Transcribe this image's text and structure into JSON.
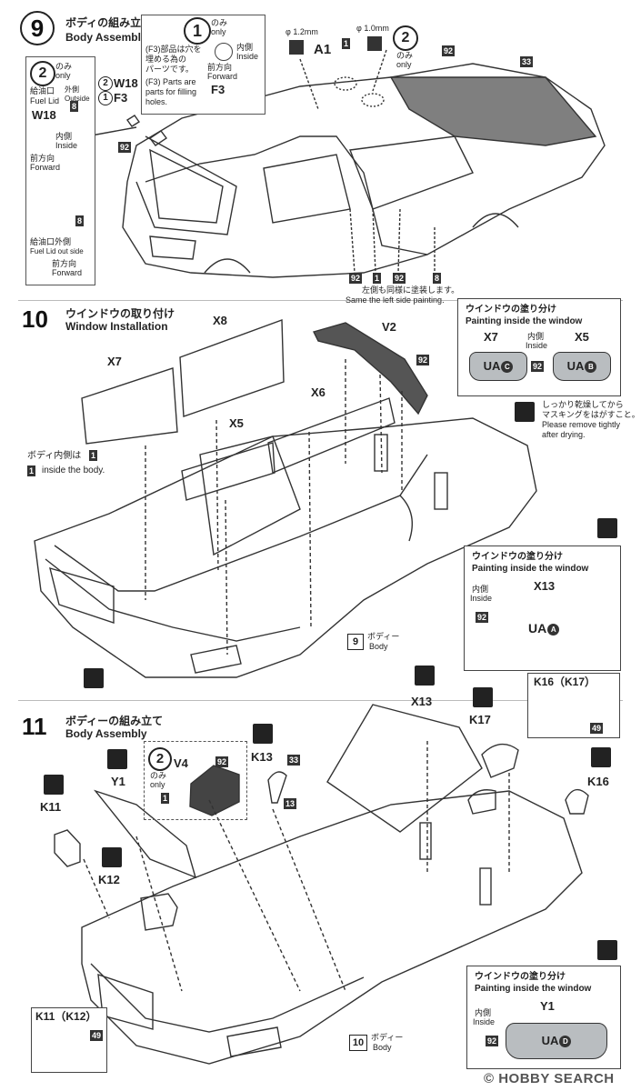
{
  "step9": {
    "num": "9",
    "title_jp": "ボディの組み立て",
    "title_en": "Body Assembly",
    "note_only_badge": "1",
    "note_only_jp": "のみ",
    "note_only_en": "only",
    "note_inside_jp": "内側",
    "note_inside_en": "Inside",
    "note_forward_jp": "前方向",
    "note_forward_en": "Forward",
    "note_f3": "F3",
    "f3_jp_1": "(F3)部品は穴を",
    "f3_jp_2": "埋める為の",
    "f3_jp_3": "パーツです。",
    "f3_en_1": "(F3) Parts are",
    "f3_en_2": "parts for filling",
    "f3_en_3": "holes.",
    "left_badge": "2",
    "left_only_jp": "のみ",
    "left_only_en": "only",
    "fuel_jp": "給油口",
    "fuel_en": "Fuel Lid",
    "fuel_outside_jp": "外側",
    "fuel_outside_en": "Outside",
    "w18": "W18",
    "tag8a": "8",
    "left_inside_jp": "内側",
    "left_inside_en": "Inside",
    "left_forward_jp": "前方向",
    "left_forward_en": "Forward",
    "tag8b": "8",
    "fuel_out_jp": "給油口外側",
    "fuel_out_en": "Fuel Lid out side",
    "fuel_fwd_jp": "前方向",
    "fuel_fwd_en": "Forward",
    "w18_part": "W18",
    "f3_part": "F3",
    "w18_badge": "2",
    "f3_badge": "1",
    "tag92_left": "92",
    "phi12": "φ 1.2mm",
    "a1": "A1",
    "tag1_top": "1",
    "phi10": "φ 1.0mm",
    "top_badge": "2",
    "top_only_jp": "のみ",
    "top_only_en": "only",
    "tag92_top": "92",
    "tag33_top": "33",
    "bottom_tags": [
      "92",
      "1",
      "92",
      "8"
    ],
    "same_jp": "左側も同様に塗装します。",
    "same_en": "Same the left side painting."
  },
  "step10": {
    "num": "10",
    "title_jp": "ウインドウの取り付け",
    "title_en": "Window Installation",
    "x8": "X8",
    "x7": "X7",
    "x6": "X6",
    "x5": "X5",
    "v2": "V2",
    "tag92": "92",
    "body_inside_jp": "ボディ内側は",
    "body_inside_tag": "1",
    "body_inside_en": "inside the body.",
    "body_jp": "ボディー",
    "body_en": "Body",
    "body_tag": "9",
    "panel1_title_jp": "ウインドウの塗り分け",
    "panel1_title_en": "Painting inside the window",
    "panel1_x7": "X7",
    "panel1_x5": "X5",
    "panel1_inside_jp": "内側",
    "panel1_inside_en": "Inside",
    "panel1_left_code": "UA",
    "panel1_left_badge": "C",
    "panel1_right_code": "UA",
    "panel1_right_badge": "B",
    "panel1_tag": "92",
    "dry_jp_1": "しっかり乾燥してから",
    "dry_jp_2": "マスキングをはがすこと。",
    "dry_en_1": "Please remove tightly",
    "dry_en_2": "after drying.",
    "panel2_title_jp": "ウインドウの塗り分け",
    "panel2_title_en": "Painting inside the window",
    "panel2_part": "X13",
    "panel2_inside_jp": "内側",
    "panel2_inside_en": "Inside",
    "panel2_tag": "92",
    "panel2_code": "UA",
    "panel2_badge": "A"
  },
  "step11": {
    "num": "11",
    "title_jp": "ボディーの組み立て",
    "title_en": "Body Assembly",
    "x13": "X13",
    "k17": "K17",
    "k16": "K16",
    "k13": "K13",
    "y1": "Y1",
    "k11": "K11",
    "k12": "K12",
    "v4": "V4",
    "v4_badge": "2",
    "v4_only_jp": "のみ",
    "v4_only_en": "only",
    "v4_tag92": "92",
    "v4_tag1": "1",
    "k13_tag33": "33",
    "k13_tag13": "13",
    "k16box_title": "K16（K17）",
    "k16box_tag": "49",
    "k11box_title": "K11（K12）",
    "k11box_tag": "49",
    "body_jp": "ボディー",
    "body_en": "Body",
    "body_tag": "10",
    "panel_title_jp": "ウインドウの塗り分け",
    "panel_title_en": "Painting inside the window",
    "panel_part": "Y1",
    "panel_inside_jp": "内側",
    "panel_inside_en": "Inside",
    "panel_tag": "92",
    "panel_code": "UA",
    "panel_badge": "D"
  },
  "watermark": "© HOBBY SEARCH"
}
